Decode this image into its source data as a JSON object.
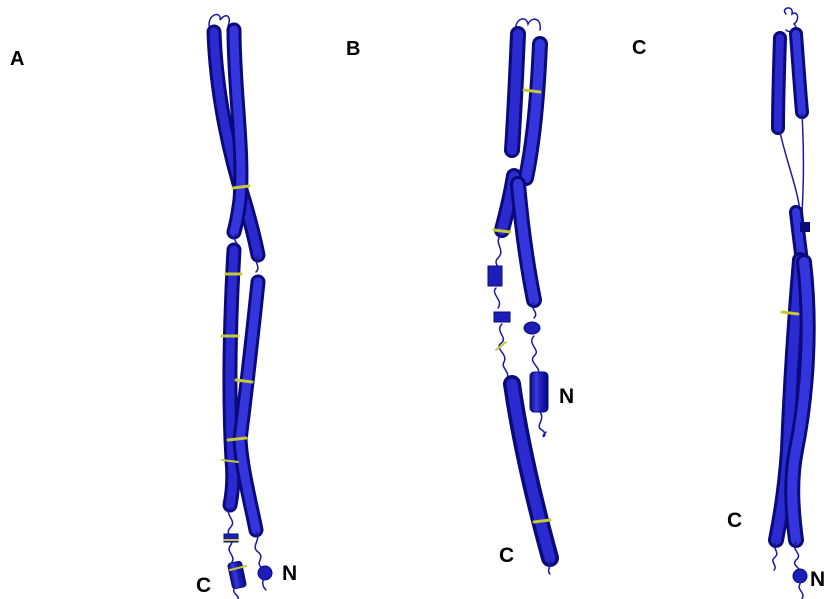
{
  "panels": [
    {
      "label": "A",
      "n_label": "N",
      "c_label": "C"
    },
    {
      "label": "B",
      "n_label": "N",
      "c_label": "C"
    },
    {
      "label": "C",
      "n_label": "N",
      "c_label": "C"
    }
  ],
  "colors": {
    "helix": "#1d1db8",
    "helix_dark": "#0a0a7a",
    "helix_light": "#4a4ae6",
    "band": "#c8c832",
    "loop": "#1a1aa6",
    "background": "#ffffff"
  }
}
